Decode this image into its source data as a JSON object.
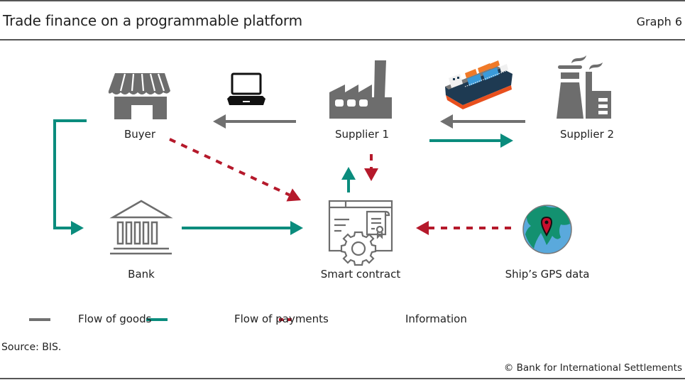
{
  "header": {
    "title": "Trade finance on a programmable platform",
    "graph_number": "Graph 6"
  },
  "colors": {
    "goods": "#707070",
    "payments": "#0a8c7d",
    "information": "#b5192b",
    "icon_gray": "#6d6d6d",
    "globe_ocean": "#5aa9dc",
    "globe_land": "#139170"
  },
  "nodes": {
    "buyer": {
      "label": "Buyer",
      "icon": "storefront-icon"
    },
    "supplier1": {
      "label": "Supplier 1",
      "icon": "factory-icon"
    },
    "supplier2": {
      "label": "Supplier 2",
      "icon": "power-plant-icon"
    },
    "bank": {
      "label": "Bank",
      "icon": "bank-building-icon"
    },
    "smart_contract": {
      "label": "Smart contract",
      "icon": "smart-contract-icon"
    },
    "gps": {
      "label": "Ship’s GPS data",
      "icon": "globe-location-icon"
    },
    "laptop": {
      "icon": "laptop-icon"
    },
    "ship": {
      "icon": "cargo-ship-icon"
    }
  },
  "flows": [
    {
      "from": "Supplier 1",
      "to": "Buyer",
      "type": "goods"
    },
    {
      "from": "Supplier 2",
      "to": "Supplier 1",
      "type": "goods"
    },
    {
      "from": "Supplier 1",
      "to": "Supplier 2",
      "type": "payments"
    },
    {
      "from": "Buyer",
      "to": "Bank",
      "type": "payments"
    },
    {
      "from": "Bank",
      "to": "Smart contract",
      "type": "payments"
    },
    {
      "from": "Smart contract",
      "to": "Supplier 1",
      "type": "payments"
    },
    {
      "from": "Buyer",
      "to": "Smart contract",
      "type": "information"
    },
    {
      "from": "Supplier 1",
      "to": "Smart contract",
      "type": "information"
    },
    {
      "from": "Ship’s GPS data",
      "to": "Smart contract",
      "type": "information"
    }
  ],
  "legend": [
    {
      "label": "Flow of goods",
      "style": "solid",
      "color": "#707070"
    },
    {
      "label": "Flow of payments",
      "style": "solid",
      "color": "#0a8c7d"
    },
    {
      "label": "Information",
      "style": "dashed",
      "color": "#b5192b"
    }
  ],
  "footer": {
    "source": "Source: BIS.",
    "copyright": "© Bank for International Settlements"
  }
}
